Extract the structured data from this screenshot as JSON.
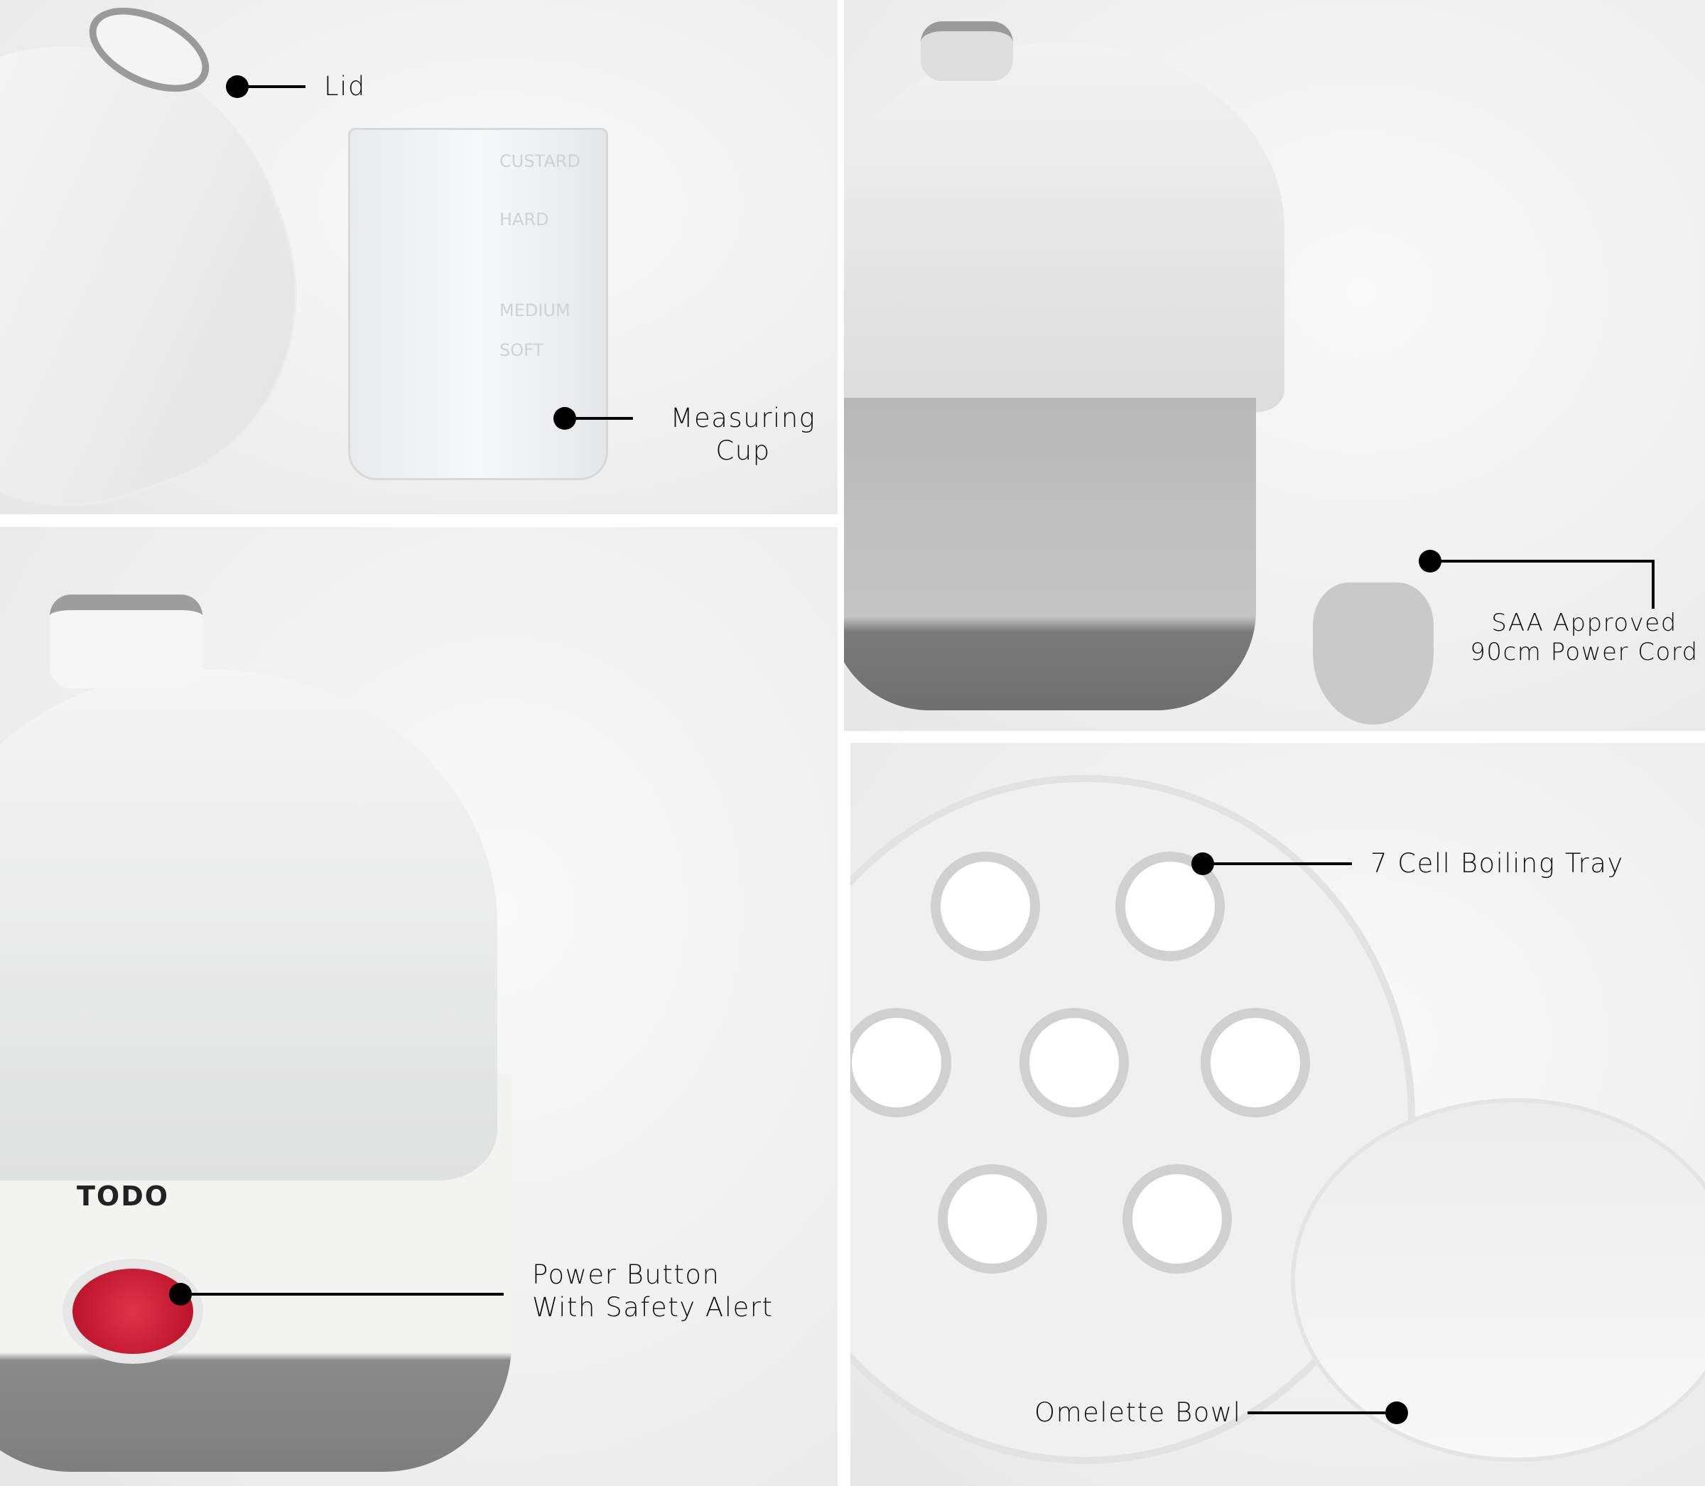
{
  "callouts": {
    "lid": "Lid",
    "measuring_cup": [
      "Measuring",
      "Cup"
    ],
    "power_cord": [
      "SAA Approved",
      "90cm Power Cord"
    ],
    "boiling_tray": "7 Cell Boiling Tray",
    "power_button": [
      "Power Button",
      "With Safety Alert"
    ],
    "omelette_bowl": "Omelette Bowl"
  },
  "brand_logo": "TODO",
  "cup_markings": [
    "CUSTARD",
    "HARD",
    "MEDIUM",
    "SOFT"
  ],
  "colors": {
    "callout": "#000000",
    "power_switch": "#c8102e",
    "base_grey": "#8a8a8a"
  }
}
